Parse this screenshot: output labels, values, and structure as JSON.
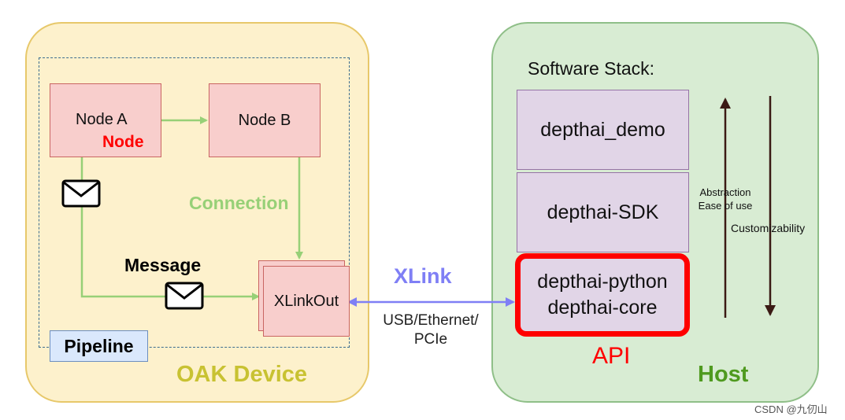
{
  "oak_device": {
    "title": "OAK Device",
    "pipeline_label": "Pipeline",
    "node_a": "Node A",
    "node_tag": "Node",
    "node_b": "Node B",
    "connection_label": "Connection",
    "message_label": "Message",
    "xlinkout": "XLinkOut"
  },
  "link": {
    "title": "XLink",
    "transport_line1": "USB/Ethernet/",
    "transport_line2": "PCIe"
  },
  "host": {
    "title": "Host",
    "stack_title": "Software Stack:",
    "layers": [
      "depthai_demo",
      "depthai-SDK"
    ],
    "api_line1": "depthai-python",
    "api_line2": "depthai-core",
    "api_label": "API",
    "up_arrow_line1": "Abstraction",
    "up_arrow_line2": "Ease of use",
    "down_arrow_label": "Customizability"
  },
  "watermark": "CSDN @九仞山",
  "colors": {
    "oak_fill": "#fdf1cc",
    "host_fill": "#d8ecd3",
    "node_fill": "#f8cecc",
    "stack_fill": "#e1d5e7",
    "connection_green": "#97d077",
    "xlink_blue": "#7f7ff5",
    "api_red": "#ff0000",
    "oak_title": "#c8c232",
    "host_title": "#4f9a1f"
  }
}
